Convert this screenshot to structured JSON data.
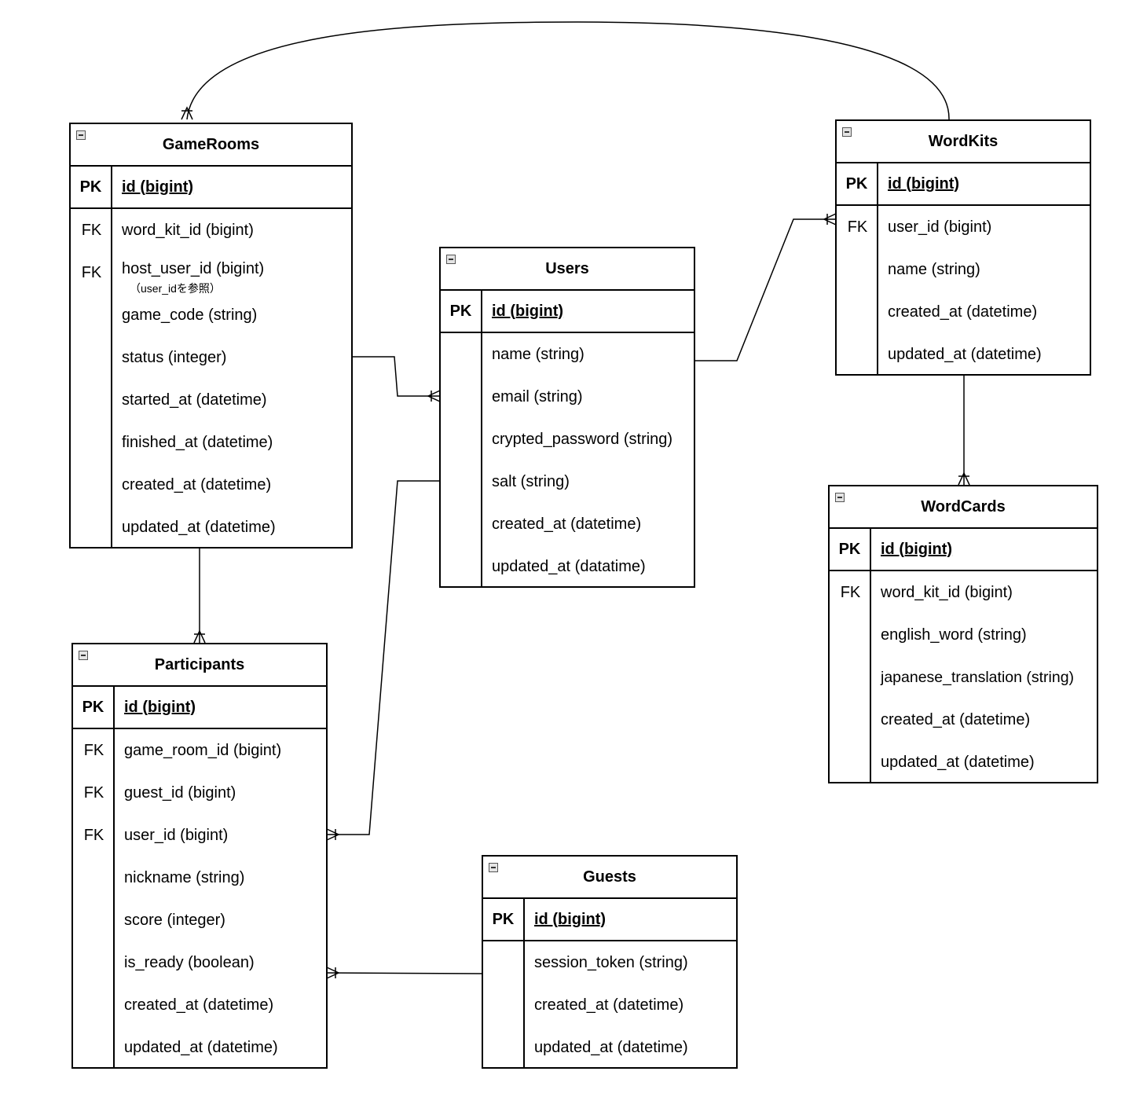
{
  "entities": {
    "gamerooms": {
      "title": "GameRooms",
      "pk": {
        "key": "PK",
        "field": "id (bigint)"
      },
      "fields": [
        {
          "key": "FK",
          "name": "word_kit_id (bigint)"
        },
        {
          "key": "FK",
          "name": "host_user_id (bigint)",
          "note": "（user_idを参照）"
        },
        {
          "key": "",
          "name": "game_code (string)"
        },
        {
          "key": "",
          "name": "status (integer)"
        },
        {
          "key": "",
          "name": "started_at (datetime)"
        },
        {
          "key": "",
          "name": "finished_at (datetime)"
        },
        {
          "key": "",
          "name": "created_at (datetime)"
        },
        {
          "key": "",
          "name": "updated_at (datetime)"
        }
      ]
    },
    "users": {
      "title": "Users",
      "pk": {
        "key": "PK",
        "field": "id (bigint)"
      },
      "fields": [
        {
          "key": "",
          "name": "name (string)"
        },
        {
          "key": "",
          "name": "email (string)"
        },
        {
          "key": "",
          "name": "crypted_password (string)"
        },
        {
          "key": "",
          "name": "salt (string)"
        },
        {
          "key": "",
          "name": "created_at (datetime)"
        },
        {
          "key": "",
          "name": "updated_at (datatime)"
        }
      ]
    },
    "wordkits": {
      "title": "WordKits",
      "pk": {
        "key": "PK",
        "field": "id (bigint)"
      },
      "fields": [
        {
          "key": "FK",
          "name": "user_id (bigint)"
        },
        {
          "key": "",
          "name": "name (string)"
        },
        {
          "key": "",
          "name": "created_at (datetime)"
        },
        {
          "key": "",
          "name": "updated_at (datetime)"
        }
      ]
    },
    "wordcards": {
      "title": "WordCards",
      "pk": {
        "key": "PK",
        "field": "id (bigint)"
      },
      "fields": [
        {
          "key": "FK",
          "name": "word_kit_id (bigint)"
        },
        {
          "key": "",
          "name": "english_word (string)"
        },
        {
          "key": "",
          "name": "japanese_translation (string)"
        },
        {
          "key": "",
          "name": "created_at (datetime)"
        },
        {
          "key": "",
          "name": "updated_at (datetime)"
        }
      ]
    },
    "participants": {
      "title": "Participants",
      "pk": {
        "key": "PK",
        "field": "id (bigint)"
      },
      "fields": [
        {
          "key": "FK",
          "name": "game_room_id (bigint)"
        },
        {
          "key": "FK",
          "name": "guest_id (bigint)"
        },
        {
          "key": "FK",
          "name": "user_id (bigint)"
        },
        {
          "key": "",
          "name": "nickname (string)"
        },
        {
          "key": "",
          "name": "score (integer)"
        },
        {
          "key": "",
          "name": "is_ready (boolean)"
        },
        {
          "key": "",
          "name": "created_at (datetime)"
        },
        {
          "key": "",
          "name": "updated_at (datetime)"
        }
      ]
    },
    "guests": {
      "title": "Guests",
      "pk": {
        "key": "PK",
        "field": "id (bigint)"
      },
      "fields": [
        {
          "key": "",
          "name": "session_token (string)"
        },
        {
          "key": "",
          "name": "created_at (datetime)"
        },
        {
          "key": "",
          "name": "updated_at (datetime)"
        }
      ]
    }
  },
  "colors": {
    "line": "#000000",
    "background": "#ffffff",
    "icon_fill": "#e4e4e4"
  }
}
